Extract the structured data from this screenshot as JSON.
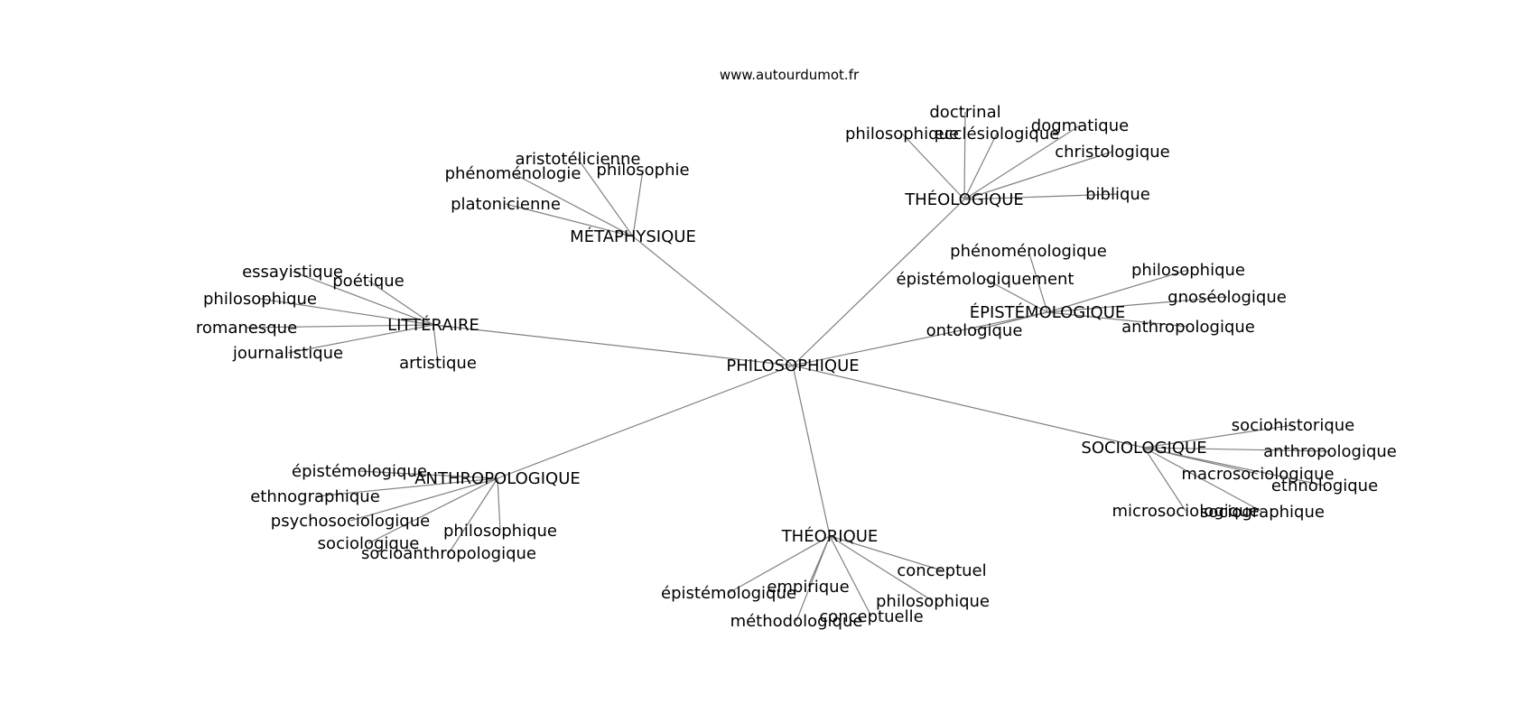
{
  "credit": "www.autourdumot.fr",
  "graph": {
    "root": "PHILOSOPHIQUE",
    "edge_color": "#808080",
    "clusters": [
      {
        "name": "MÉTAPHYSIQUE",
        "leaves": [
          "aristotélicienne",
          "phénoménologie",
          "philosophie",
          "platonicienne"
        ]
      },
      {
        "name": "THÉOLOGIQUE",
        "leaves": [
          "doctrinal",
          "philosophique",
          "ecclésiologique",
          "dogmatique",
          "christologique",
          "biblique"
        ]
      },
      {
        "name": "LITTÉRAIRE",
        "leaves": [
          "essayistique",
          "poétique",
          "philosophique",
          "romanesque",
          "journalistique",
          "artistique"
        ]
      },
      {
        "name": "ÉPISTÉMOLOGIQUE",
        "leaves": [
          "phénoménologique",
          "épistémologiquement",
          "philosophique",
          "gnoséologique",
          "ontologique",
          "anthropologique"
        ]
      },
      {
        "name": "SOCIOLOGIQUE",
        "leaves": [
          "sociohistorique",
          "anthropologique",
          "macrosociologique",
          "ethnologique",
          "microsociologique",
          "sociographique"
        ]
      },
      {
        "name": "ANTHROPOLOGIQUE",
        "leaves": [
          "épistémologique",
          "ethnographique",
          "psychosociologique",
          "philosophique",
          "sociologique",
          "socioanthropologique"
        ]
      },
      {
        "name": "THÉORIQUE",
        "leaves": [
          "conceptuel",
          "empirique",
          "épistémologique",
          "philosophique",
          "conceptuelle",
          "méthodologique"
        ]
      }
    ]
  }
}
